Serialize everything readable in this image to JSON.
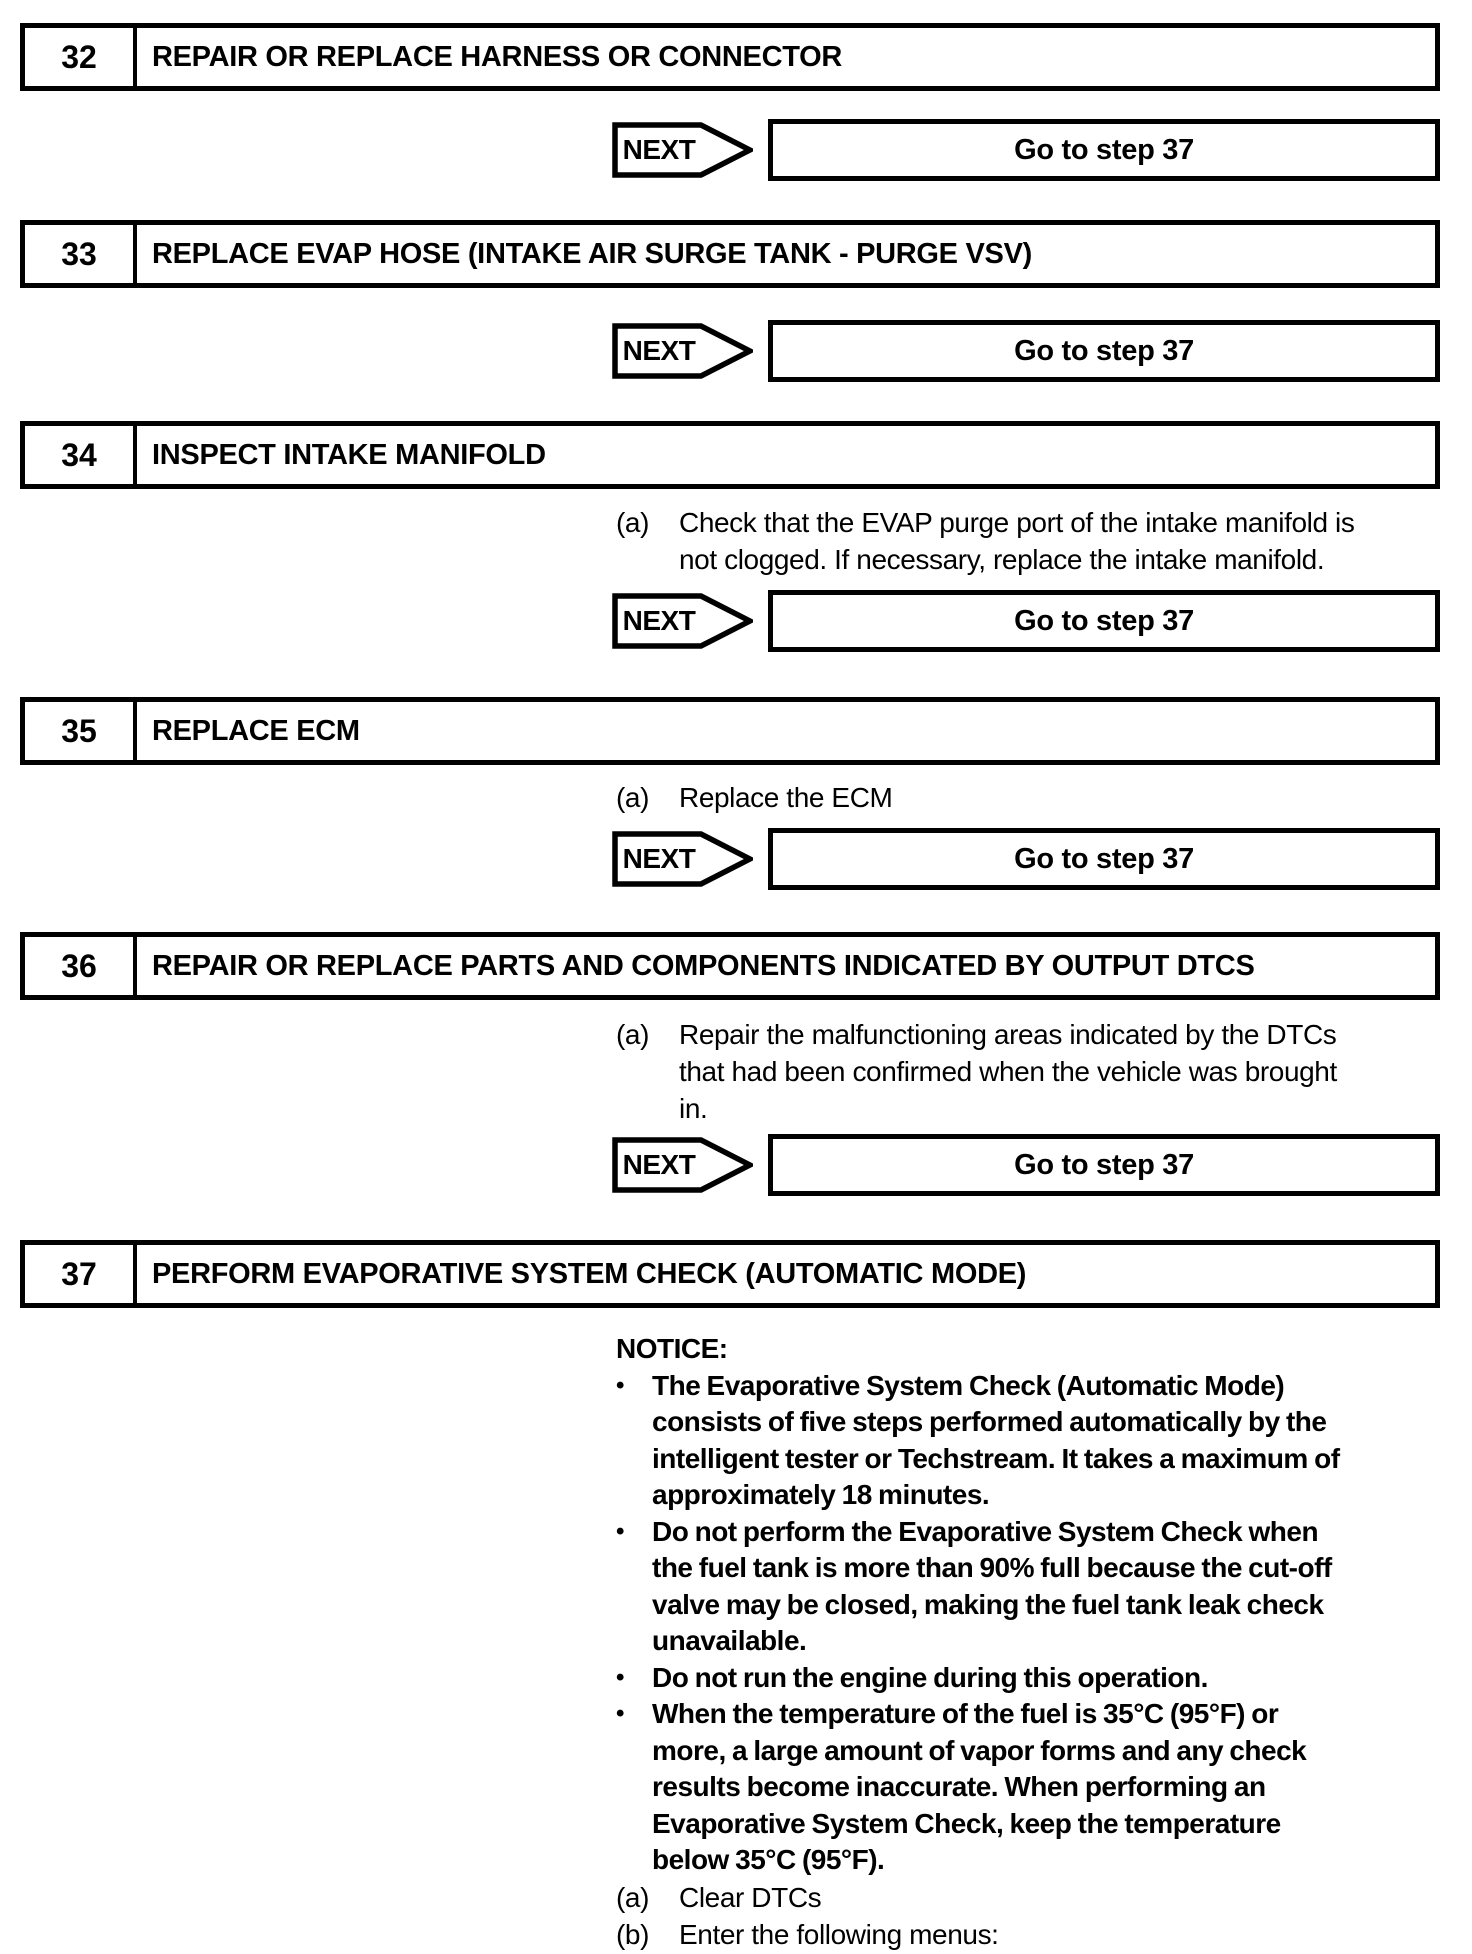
{
  "labels": {
    "next": "NEXT",
    "bullet": "•"
  },
  "steps": [
    {
      "number": "32",
      "title": "REPAIR OR REPLACE HARNESS OR CONNECTOR",
      "next": "Go to step 37"
    },
    {
      "number": "33",
      "title": "REPLACE EVAP HOSE (INTAKE AIR SURGE TANK - PURGE VSV)",
      "next": "Go to step 37"
    },
    {
      "number": "34",
      "title": "INSPECT INTAKE MANIFOLD",
      "items": [
        {
          "label": "(a)",
          "lines": [
            "Check that the EVAP purge port of the intake manifold is",
            "not clogged. If necessary, replace the intake manifold."
          ]
        }
      ],
      "next": "Go to step 37"
    },
    {
      "number": "35",
      "title": "REPLACE ECM",
      "items": [
        {
          "label": "(a)",
          "lines": [
            "Replace the ECM"
          ]
        }
      ],
      "next": "Go to step 37"
    },
    {
      "number": "36",
      "title": "REPAIR OR REPLACE PARTS AND COMPONENTS INDICATED BY OUTPUT DTCS",
      "items": [
        {
          "label": "(a)",
          "lines": [
            "Repair the malfunctioning areas indicated by the DTCs",
            "that had been confirmed when the vehicle was brought",
            "in."
          ]
        }
      ],
      "next": "Go to step 37"
    },
    {
      "number": "37",
      "title": "PERFORM EVAPORATIVE SYSTEM CHECK (AUTOMATIC MODE)",
      "notice": {
        "label": "NOTICE:",
        "bullets": [
          {
            "lines": [
              "The Evaporative System Check (Automatic Mode)",
              "consists of five steps performed automatically by the",
              "intelligent tester or Techstream. It takes a maximum of",
              "approximately 18 minutes."
            ]
          },
          {
            "lines": [
              "Do not perform the Evaporative System Check when",
              "the fuel tank is more than 90% full because the cut-off",
              "valve may be closed, making the fuel tank leak check",
              "unavailable."
            ]
          },
          {
            "lines": [
              "Do not run the engine during this operation."
            ]
          },
          {
            "lines": [
              "When the temperature of the fuel is 35°C (95°F) or",
              "more, a large amount of vapor forms and any check",
              "results become inaccurate. When performing an",
              "Evaporative System Check, keep the temperature",
              "below 35°C (95°F)."
            ]
          }
        ]
      },
      "items": [
        {
          "label": "(a)",
          "lines": [
            "Clear DTCs"
          ]
        },
        {
          "label": "(b)",
          "lines": [
            "Enter the following menus:"
          ]
        }
      ]
    }
  ]
}
